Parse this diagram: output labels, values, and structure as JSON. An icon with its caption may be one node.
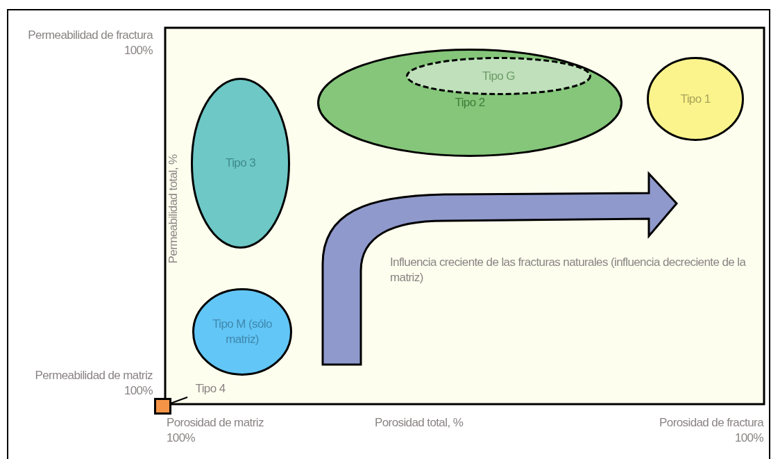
{
  "diagram": {
    "nodes": [
      {
        "text": [
          "Tipo 2"
        ]
      },
      {
        "text": [
          "Tipo G"
        ],
        "in": 0
      },
      {
        "text": [
          "Tipo 1"
        ]
      },
      {
        "text": [
          "Tipo 3"
        ]
      },
      {
        "text": [
          "Tipo M (sólo matriz)"
        ]
      },
      {
        "text": [
          "Tipo 4"
        ]
      },
      {
        "text": [],
        "shape": "box"
      }
    ],
    "edges": [
      {
        "from": 5,
        "to": 6,
        "arrow": "none"
      }
    ],
    "labels": [
      "Permeabilidad de fractura 100%",
      "Permeabilidad total, %",
      "Influencia creciente de las fracturas naturales (influencia decreciente de la matriz)",
      "Permeabilidad de matriz 100%",
      "Porosidad de matriz 100%",
      "Porosidad total, %",
      "Porosidad de fractura 100%"
    ]
  }
}
